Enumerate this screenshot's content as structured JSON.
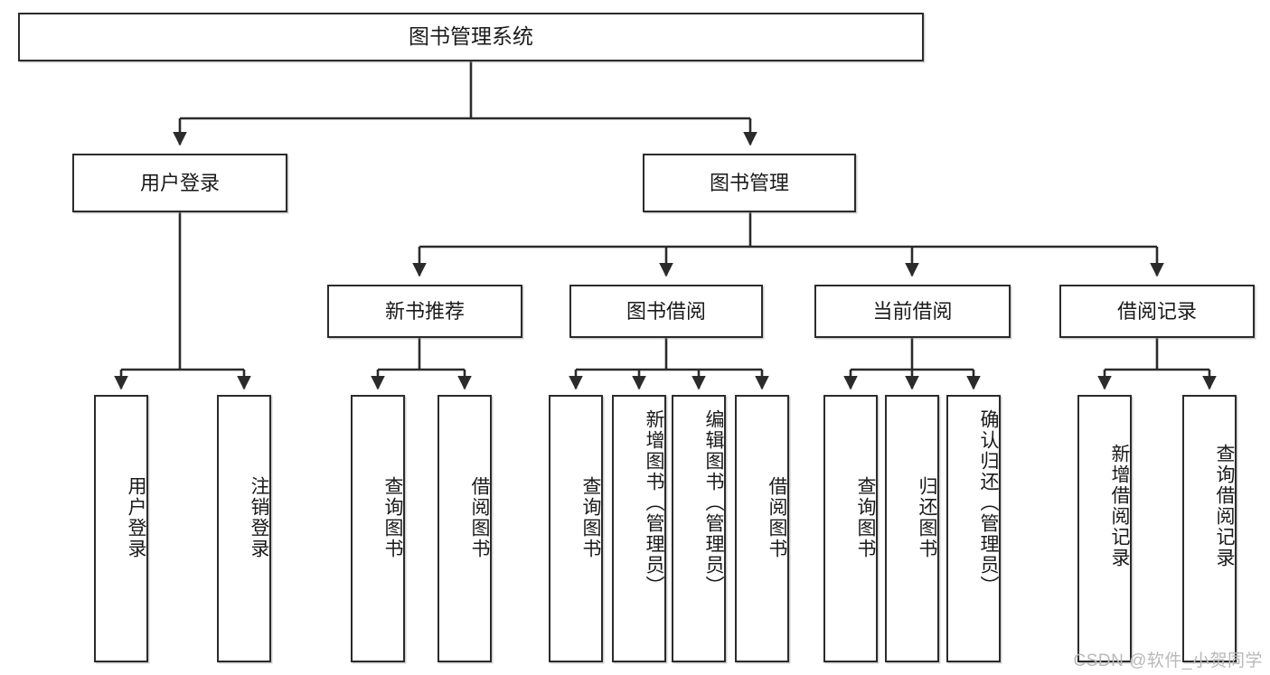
{
  "diagram": {
    "title": "图书管理系统",
    "type": "tree-hierarchy",
    "watermark": "CSDN @软件_小贺同学",
    "colors": {
      "box_border": "#2b2b2b",
      "box_fill": "#ffffff",
      "edge": "#2b2b2b",
      "text": "#1a1a1a",
      "watermark": "#b9b9b9"
    },
    "nodes": {
      "root": {
        "label": "图书管理系统"
      },
      "level2": [
        {
          "id": "user_login",
          "label": "用户登录"
        },
        {
          "id": "book_mgmt",
          "label": "图书管理"
        }
      ],
      "level3": [
        {
          "id": "new_book_rec",
          "label": "新书推荐"
        },
        {
          "id": "book_borrow",
          "label": "图书借阅"
        },
        {
          "id": "current_borrow",
          "label": "当前借阅"
        },
        {
          "id": "borrow_record",
          "label": "借阅记录"
        }
      ],
      "leaves": {
        "user_login": [
          {
            "id": "leaf_user_login",
            "label": "用户登录"
          },
          {
            "id": "leaf_logout",
            "label": "注销登录"
          }
        ],
        "new_book_rec": [
          {
            "id": "leaf_query_book_1",
            "label": "查询图书"
          },
          {
            "id": "leaf_borrow_book_1",
            "label": "借阅图书"
          }
        ],
        "book_borrow": [
          {
            "id": "leaf_query_book_2",
            "label": "查询图书"
          },
          {
            "id": "leaf_add_book",
            "label": "新增图书（管理员）"
          },
          {
            "id": "leaf_edit_book",
            "label": "编辑图书（管理员）"
          },
          {
            "id": "leaf_borrow_book_2",
            "label": "借阅图书"
          }
        ],
        "current_borrow": [
          {
            "id": "leaf_query_book_3",
            "label": "查询图书"
          },
          {
            "id": "leaf_return_book",
            "label": "归还图书"
          },
          {
            "id": "leaf_confirm_return",
            "label": "确认归还（管理员）"
          }
        ],
        "borrow_record": [
          {
            "id": "leaf_add_record",
            "label": "新增借阅记录"
          },
          {
            "id": "leaf_query_record",
            "label": "查询借阅记录"
          }
        ]
      }
    }
  }
}
